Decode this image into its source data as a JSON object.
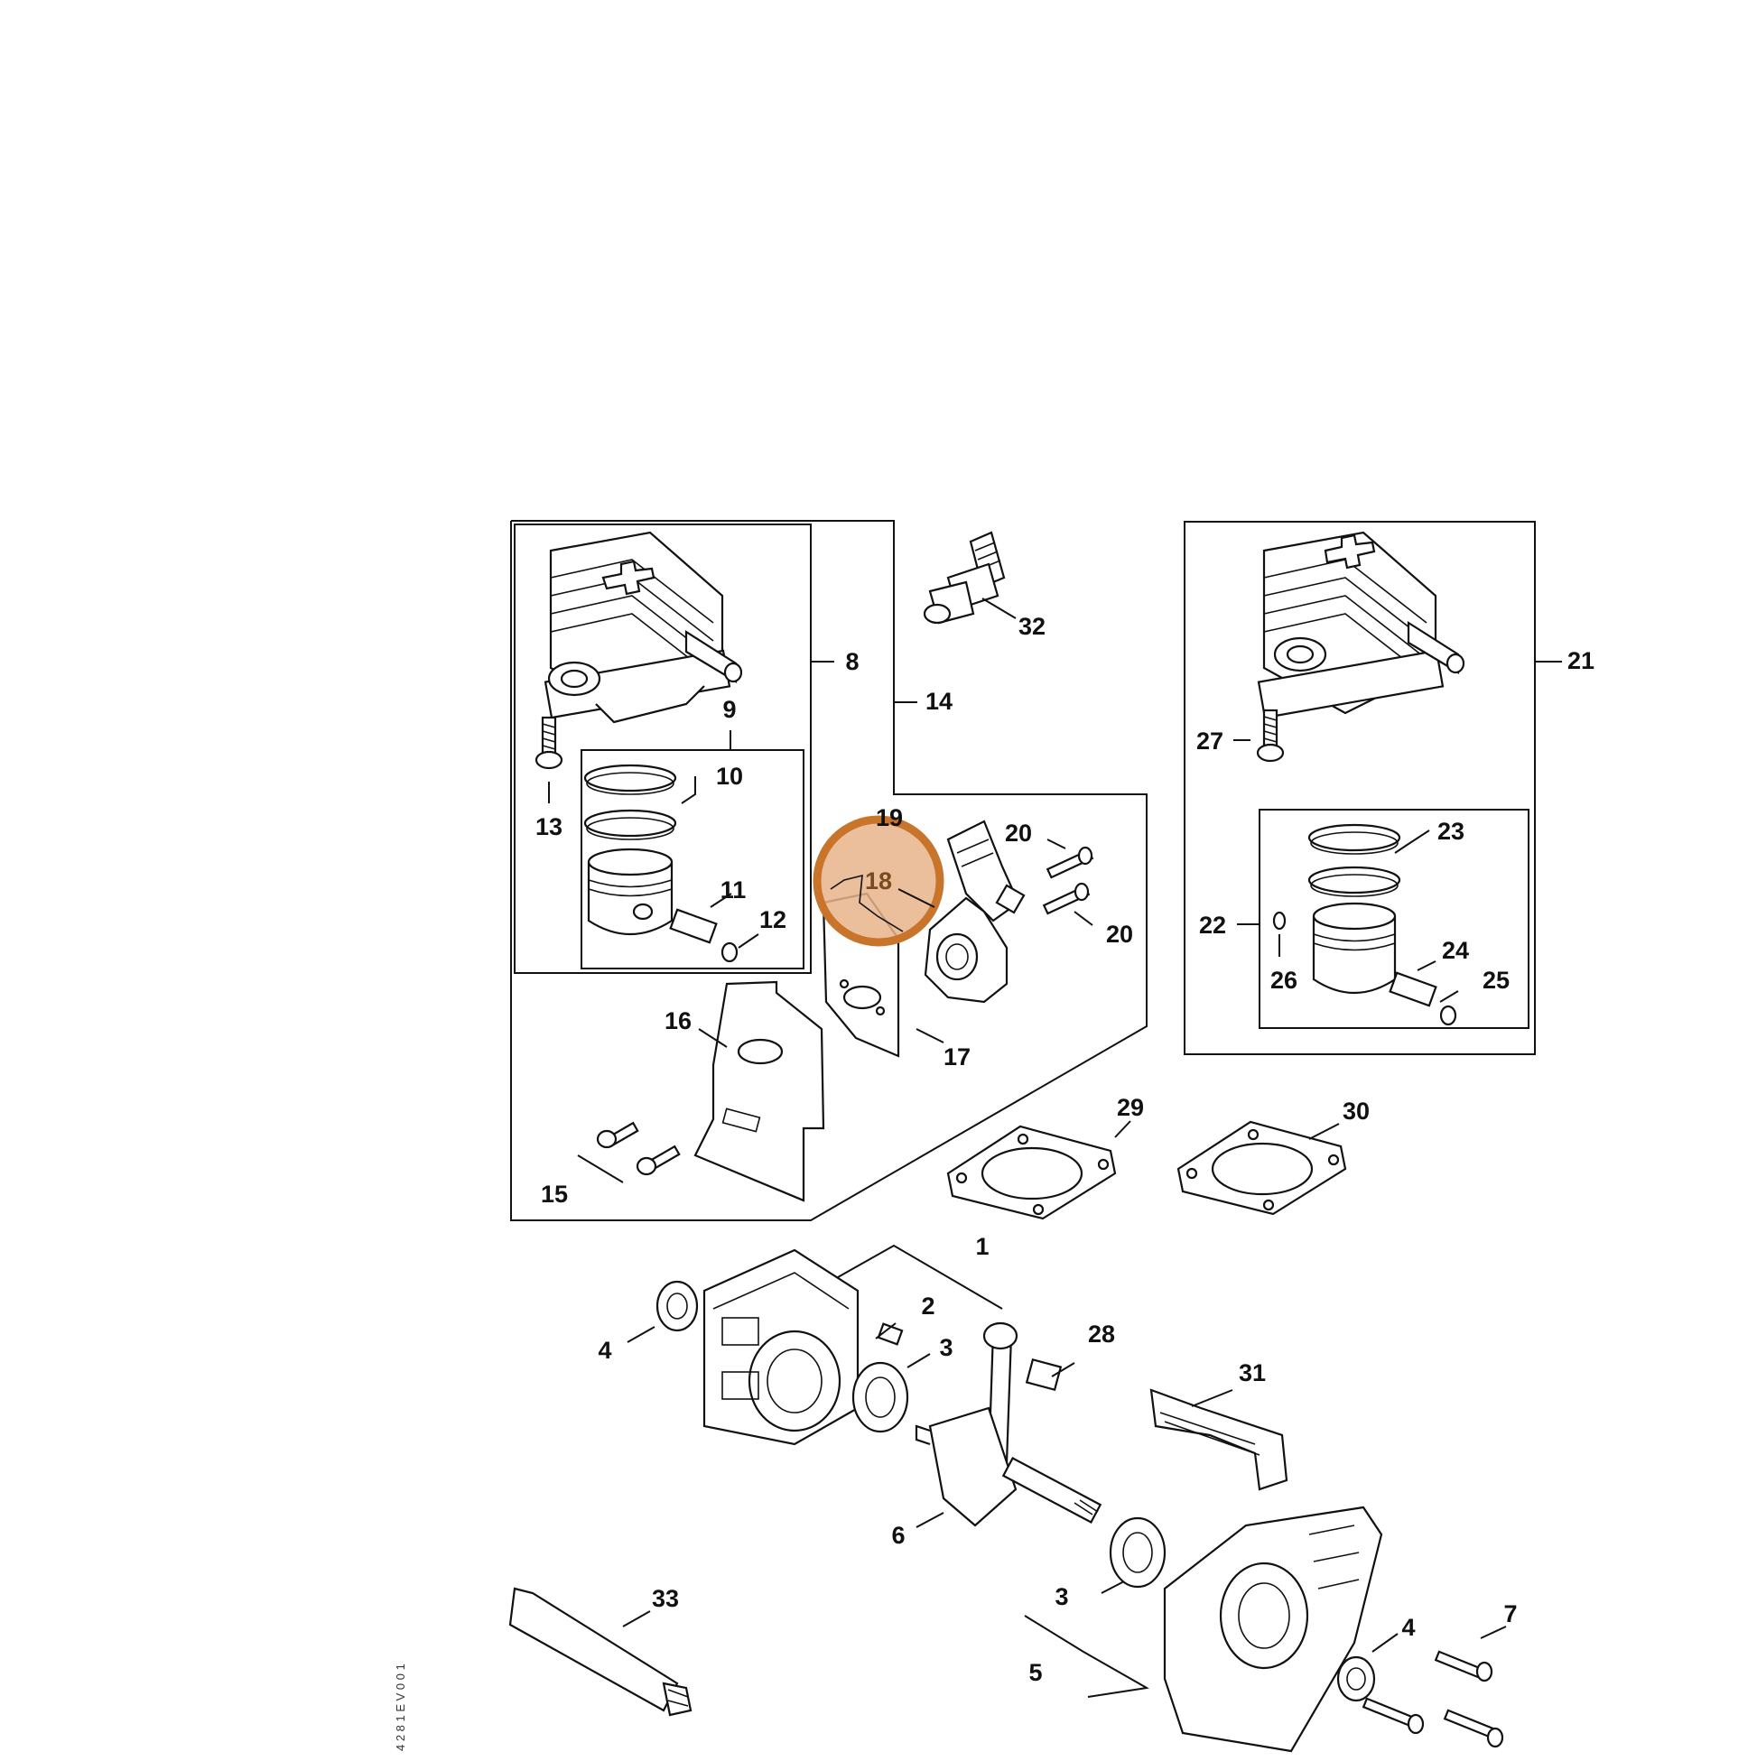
{
  "diagram": {
    "part_labels": [
      "1",
      "2",
      "3",
      "3",
      "4",
      "4",
      "5",
      "6",
      "7",
      "8",
      "9",
      "10",
      "11",
      "12",
      "13",
      "14",
      "15",
      "16",
      "17",
      "18",
      "19",
      "20",
      "20",
      "21",
      "22",
      "23",
      "24",
      "25",
      "26",
      "27",
      "28",
      "29",
      "30",
      "31",
      "32",
      "33"
    ],
    "highlighted_part": "18",
    "highlight_color": "#c8742a",
    "highlight_fill": "#e8b48a",
    "side_code": "4 2 8 1 E V 0 0 1"
  }
}
